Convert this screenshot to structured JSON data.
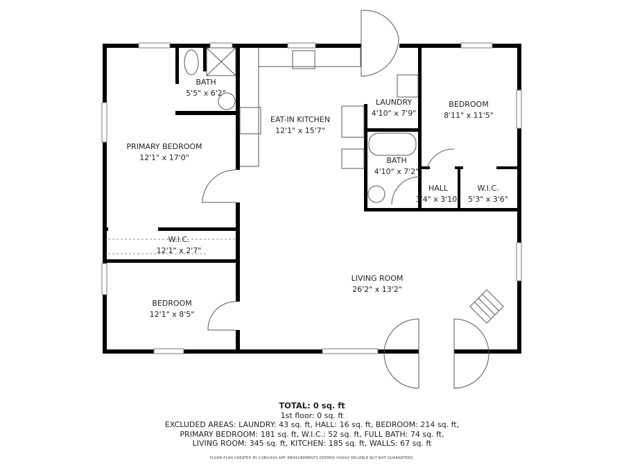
{
  "rooms": {
    "bath1": {
      "name": "BATH",
      "dims": "5'5\" x 6'2\""
    },
    "kitchen": {
      "name": "EAT-IN KITCHEN",
      "dims": "12'1\" x 15'7\""
    },
    "laundry": {
      "name": "LAUNDRY",
      "dims": "4'10\" x 7'9\""
    },
    "bedroom1": {
      "name": "BEDROOM",
      "dims": "8'11\" x 11'5\""
    },
    "primary": {
      "name": "PRIMARY BEDROOM",
      "dims": "12'1\" x 17'0\""
    },
    "bath2": {
      "name": "BATH",
      "dims": "4'10\" x 7'2\""
    },
    "hall": {
      "name": "HALL",
      "dims": "3'4\" x 3'10\""
    },
    "wic2": {
      "name": "W.I.C.",
      "dims": "5'3\" x 3'6\""
    },
    "wic1": {
      "name": "W.I.C.",
      "dims": "12'1\" x 2'7\""
    },
    "living": {
      "name": "LIVING ROOM",
      "dims": "26'2\" x 13'2\""
    },
    "bedroom2": {
      "name": "BEDROOM",
      "dims": "12'1\" x 8'5\""
    }
  },
  "summary": {
    "total": "TOTAL: 0 sq. ft",
    "floor": "1st floor: 0 sq. ft",
    "line1": "EXCLUDED AREAS: LAUNDRY: 43 sq. ft, HALL: 16 sq. ft, BEDROOM: 214 sq. ft,",
    "line2": "PRIMARY BEDROOM: 181 sq. ft, W.I.C.: 52 sq. ft, FULL BATH: 74 sq. ft,",
    "line3": "LIVING ROOM: 345 sq. ft, KITCHEN: 185 sq. ft, WALLS: 67 sq. ft",
    "footer": "FLOOR PLAN CREATED BY CUBICASA APP. MEASUREMENTS DEEMED HIGHLY RELIABLE BUT NOT GUARANTEED."
  }
}
